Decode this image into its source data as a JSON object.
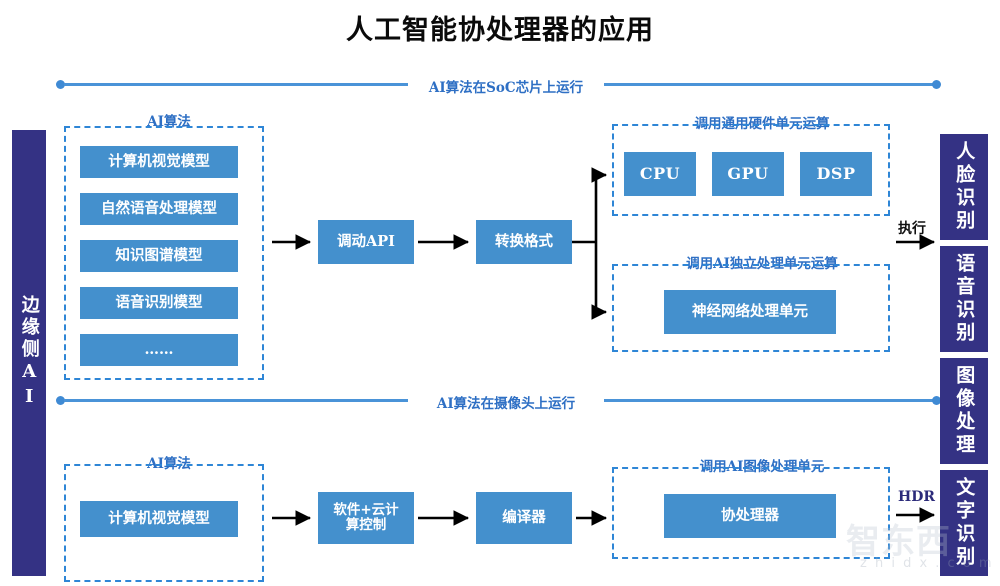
{
  "title": "人工智能协处理器的应用",
  "edge_sidebar": {
    "label": "边缘侧AI"
  },
  "dividers": [
    {
      "label": "AI算法在SoC芯片上运行"
    },
    {
      "label": "AI算法在摄像头上运行"
    }
  ],
  "top_flow": {
    "algo_group": {
      "label": "AI算法",
      "items": [
        {
          "label": "计算机视觉模型"
        },
        {
          "label": "自然语音处理模型"
        },
        {
          "label": "知识图谱模型"
        },
        {
          "label": "语音识别模型"
        },
        {
          "label": "……"
        }
      ]
    },
    "step_api": {
      "label": "调动API"
    },
    "step_convert": {
      "label": "转换格式"
    },
    "hw_group": {
      "label": "调用通用硬件单元运算",
      "units": [
        {
          "label": "CPU"
        },
        {
          "label": "GPU"
        },
        {
          "label": "DSP"
        }
      ]
    },
    "ai_group": {
      "label": "调用AI独立处理单元运算",
      "units": [
        {
          "label": "神经网络处理单元"
        }
      ]
    },
    "execute_label": "执行"
  },
  "bottom_flow": {
    "algo_group": {
      "label": "AI算法",
      "items": [
        {
          "label": "计算机视觉模型"
        }
      ]
    },
    "step_control": {
      "label": "软件+云计\n算控制"
    },
    "step_compiler": {
      "label": "编译器"
    },
    "image_group": {
      "label": "调用AI图像处理单元",
      "units": [
        {
          "label": "协处理器"
        }
      ]
    },
    "hdr_label": "HDR"
  },
  "outputs": [
    {
      "label": "人脸识别"
    },
    {
      "label": "语音识别"
    },
    {
      "label": "图像处理"
    },
    {
      "label": "文字识别"
    }
  ],
  "watermark": {
    "cn": "智东西",
    "en": "z h i d x . c o m"
  },
  "colors": {
    "accent_blue": "#4490cd",
    "dark_navy": "#343284",
    "dashed_blue": "#2e86d6",
    "label_blue": "#2e6fc4"
  }
}
